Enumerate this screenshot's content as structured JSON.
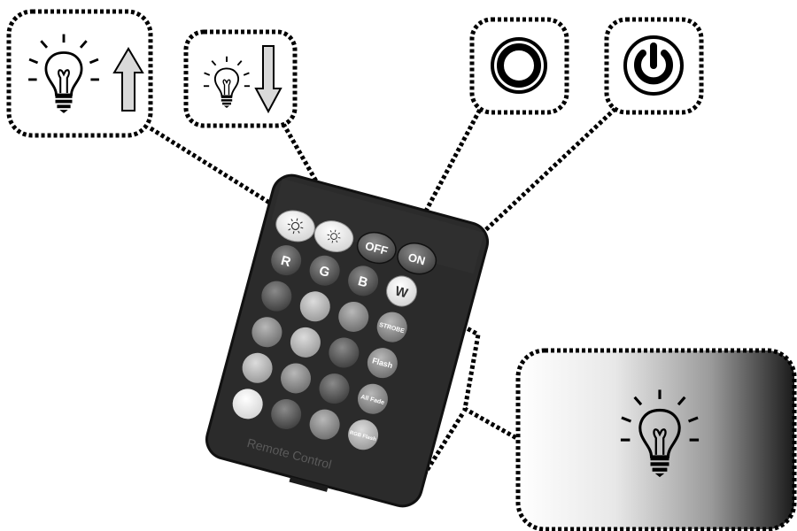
{
  "callouts": {
    "brightness_up": {
      "icon": "bulb-icon",
      "arrow": "arrow-up-icon"
    },
    "brightness_down": {
      "icon": "bulb-icon",
      "arrow": "arrow-down-icon"
    },
    "off": {
      "icon": "ring-off-icon"
    },
    "on": {
      "icon": "power-icon"
    },
    "dimming": {
      "icon": "bulb-icon",
      "gradient": [
        "#ffffff",
        "#1a1a1a"
      ]
    }
  },
  "remote": {
    "brand": "Remote Control",
    "buttons": {
      "off": "OFF",
      "on": "ON",
      "r": "R",
      "g": "G",
      "b": "B",
      "w": "W",
      "strobe": "STROBE",
      "flash": "Flash",
      "all_fade": "All Fade",
      "rgb_flash": "RGB Flash"
    }
  },
  "colors": {
    "frame_dots": "#000000",
    "remote_body": "#2b2b2b"
  }
}
